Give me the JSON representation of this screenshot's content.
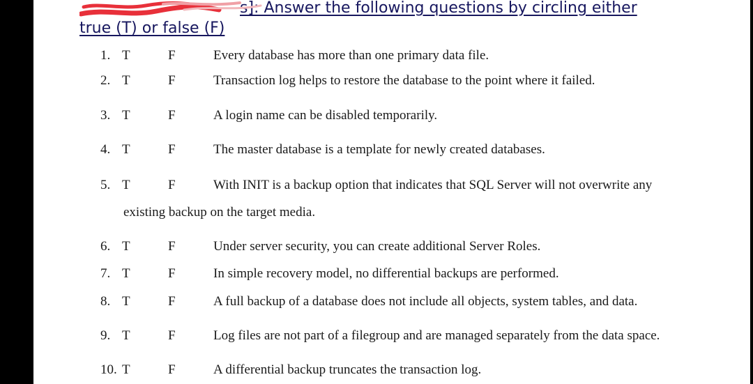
{
  "heading": {
    "line1_visible": "s]: Answer the following questions by circling either",
    "line2": "true (T) or false (F)"
  },
  "questions": [
    {
      "num": "1.",
      "t": "T",
      "f": "F",
      "text": "Every database has more than one primary data file."
    },
    {
      "num": "2.",
      "t": "T",
      "f": "F",
      "text": "Transaction log helps to restore the database to the point where it failed."
    },
    {
      "num": "3.",
      "t": "T",
      "f": "F",
      "text": "A login name can be disabled temporarily."
    },
    {
      "num": "4.",
      "t": "T",
      "f": "F",
      "text": "The master database is a template for newly created databases."
    },
    {
      "num": "5.",
      "t": "T",
      "f": "F",
      "text": "With INIT is a backup option that indicates that SQL Server will not overwrite any",
      "continuation": "existing backup on the target media."
    },
    {
      "num": "6.",
      "t": "T",
      "f": "F",
      "text": "Under server security, you can create additional Server Roles."
    },
    {
      "num": "7.",
      "t": "T",
      "f": "F",
      "text": "In simple recovery model, no differential backups are performed."
    },
    {
      "num": "8.",
      "t": "T",
      "f": "F",
      "text": " A full backup of a database does not include all objects, system tables, and data."
    },
    {
      "num": "9.",
      "t": "T",
      "f": "F",
      "text": "Log files are not part of a filegroup and are managed separately from the data space."
    },
    {
      "num": "10.",
      "t": "T",
      "f": "F",
      "text": "A differential backup truncates the transaction log."
    }
  ],
  "colors": {
    "heading": "#16165e",
    "redaction": "#e8303a",
    "body_text": "#1a1a1a",
    "edges": "#000000"
  }
}
